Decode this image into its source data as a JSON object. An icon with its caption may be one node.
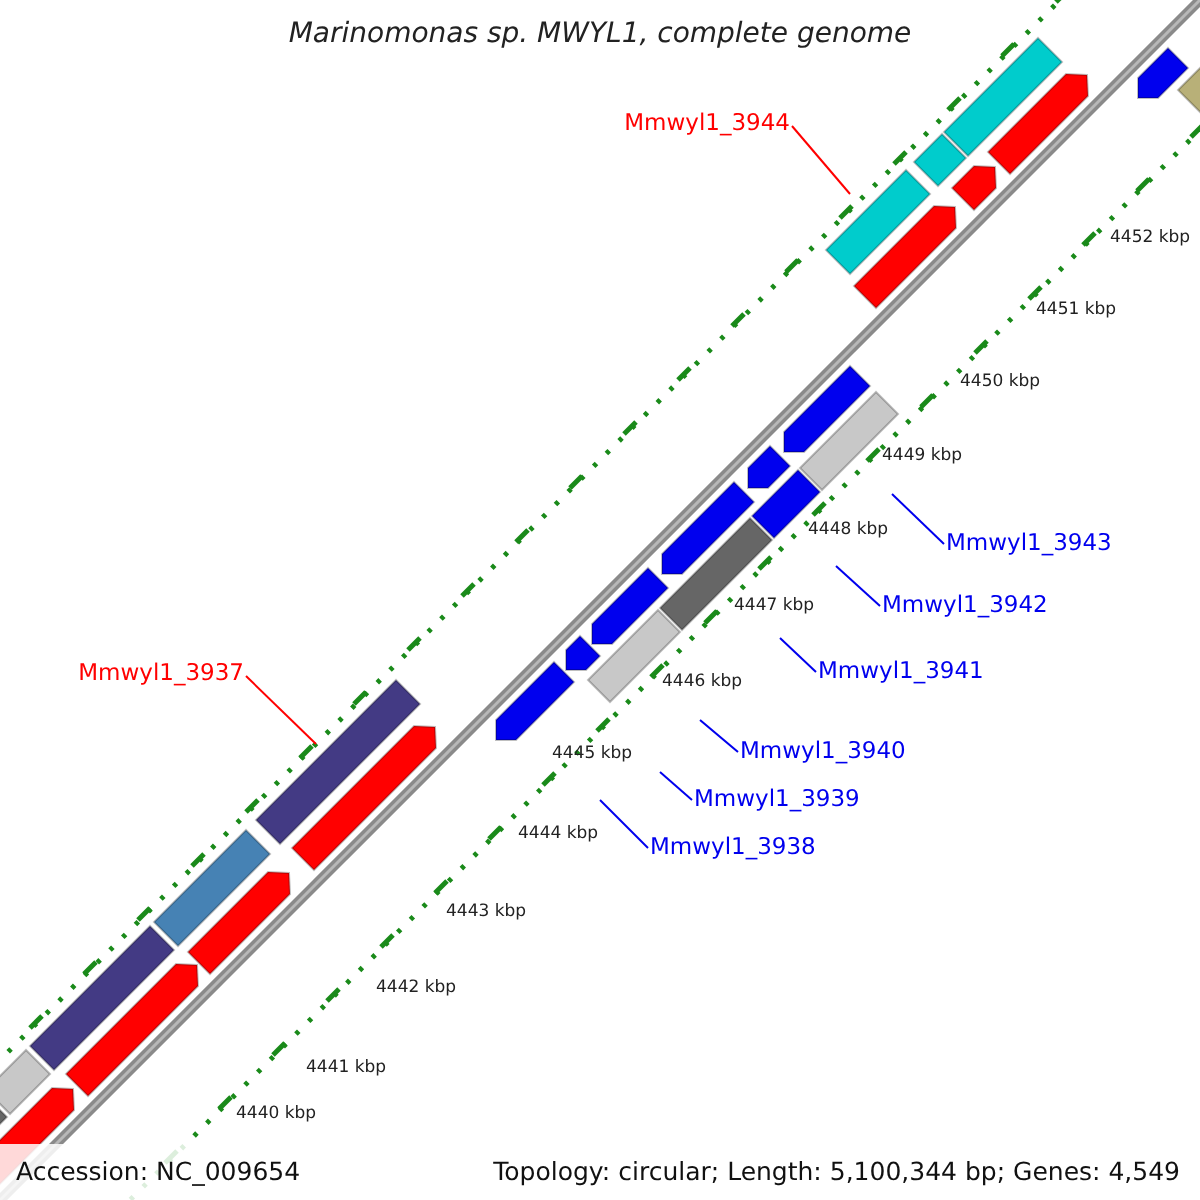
{
  "diagram": {
    "title": "Marinomonas sp. MWYL1, complete genome",
    "nodes": [
      {
        "text": [
          "Mmwyl1_3944"
        ]
      },
      {
        "text": [
          "Mmwyl1_3943"
        ]
      },
      {
        "text": [
          "Mmwyl1_3942"
        ]
      },
      {
        "text": [
          "Mmwyl1_3941"
        ]
      },
      {
        "text": [
          "Mmwyl1_3937"
        ]
      },
      {
        "text": [
          "Mmwyl1_3940"
        ]
      },
      {
        "text": [
          "Mmwyl1_3939"
        ]
      },
      {
        "text": [
          "Mmwyl1_3938"
        ]
      }
    ],
    "edges": [
      {
        "from": 0,
        "to": null,
        "arrow": "none",
        "color": "#ff0000"
      },
      {
        "from": 1,
        "to": null,
        "arrow": "none"
      },
      {
        "from": 2,
        "to": null,
        "arrow": "none"
      },
      {
        "from": 3,
        "to": null,
        "arrow": "none"
      },
      {
        "from": 4,
        "to": null,
        "arrow": "none",
        "color": "#ff0000"
      },
      {
        "from": 5,
        "to": null,
        "arrow": "none"
      },
      {
        "from": 6,
        "to": null,
        "arrow": "none"
      },
      {
        "from": 7,
        "to": null,
        "arrow": "none"
      }
    ],
    "labels": [
      "4452 kbp",
      "4451 kbp",
      "4450 kbp",
      "4449 kbp",
      "4448 kbp",
      "4447 kbp",
      "4446 kbp",
      "4445 kbp",
      "4444 kbp",
      "4443 kbp",
      "4442 kbp",
      "4441 kbp",
      "4440 kbp",
      "Accession: NC_009654",
      "Topology: circular; Length: 5,100,344 bp; Genes: 4,549"
    ]
  }
}
